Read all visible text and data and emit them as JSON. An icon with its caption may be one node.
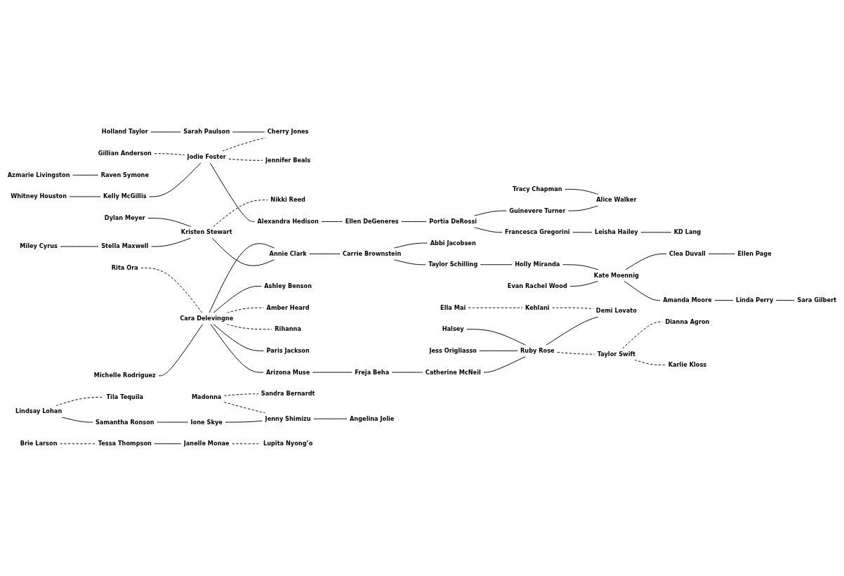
{
  "diagram": {
    "nodes": [
      {
        "text": [
          "Azmarie Livingston"
        ]
      },
      {
        "text": [
          "Whitney Houston"
        ]
      },
      {
        "text": [
          "Holland Taylor"
        ]
      },
      {
        "text": [
          "Gillian Anderson"
        ]
      },
      {
        "text": [
          "Raven Symone"
        ]
      },
      {
        "text": [
          "Sarah Paulson"
        ]
      },
      {
        "text": [
          "Kelly McGillis"
        ]
      },
      {
        "text": [
          "Jodie Foster"
        ]
      },
      {
        "text": [
          "Miley Cyrus"
        ]
      },
      {
        "text": [
          "Stella Maxwell"
        ]
      },
      {
        "text": [
          "Dylan Meyer"
        ]
      },
      {
        "text": [
          "Cherry Jones"
        ]
      },
      {
        "text": [
          "Jennifer Beals"
        ]
      },
      {
        "text": [
          "Michelle Rodriguez"
        ]
      },
      {
        "text": [
          "Kristen Stewart"
        ]
      },
      {
        "text": [
          "Rita Ora"
        ]
      },
      {
        "text": [
          "Nikki Reed"
        ]
      },
      {
        "text": [
          "Alexandra Hedison"
        ]
      },
      {
        "text": [
          "Ellen DeGeneres"
        ]
      },
      {
        "text": [
          "Cara Delevingne"
        ]
      },
      {
        "text": [
          "Annie Clark"
        ]
      },
      {
        "text": [
          "Portia DeRossi"
        ]
      },
      {
        "text": [
          "Francesca Gregorini"
        ]
      },
      {
        "text": [
          "Ashley Benson"
        ]
      },
      {
        "text": [
          "Amber Heard"
        ]
      },
      {
        "text": [
          "Guinevere Turner"
        ]
      },
      {
        "text": [
          "Abbi Jacobsen"
        ]
      },
      {
        "text": [
          "Rihanna"
        ]
      },
      {
        "text": [
          "Paris Jackson"
        ]
      },
      {
        "text": [
          "Carrie Brownstein"
        ]
      },
      {
        "text": [
          "Tracy Chapman"
        ]
      },
      {
        "text": [
          "Alice Walker"
        ]
      },
      {
        "text": [
          "Leisha Hailey"
        ]
      },
      {
        "text": [
          "Evan Rachel Wood"
        ]
      },
      {
        "text": [
          "Ella Mai"
        ]
      },
      {
        "text": [
          "Halsey"
        ]
      },
      {
        "text": [
          "Kehlani"
        ]
      },
      {
        "text": [
          "Taylor Schilling"
        ]
      },
      {
        "text": [
          "KD Lang"
        ]
      },
      {
        "text": [
          "Kate Moennig"
        ]
      },
      {
        "text": [
          "Jess Origliasso"
        ]
      },
      {
        "text": [
          "Holly Miranda"
        ]
      },
      {
        "text": [
          "Ruby Rose"
        ]
      },
      {
        "text": [
          "Demi Lovato"
        ]
      },
      {
        "text": [
          "Arizona Muse"
        ]
      },
      {
        "text": [
          "Clea Duvall"
        ]
      },
      {
        "text": [
          "Brie Larson"
        ]
      },
      {
        "text": [
          "Taylor Swift"
        ]
      },
      {
        "text": [
          "Amanda Moore"
        ]
      },
      {
        "text": [
          "Freja Beha"
        ]
      },
      {
        "text": [
          "Catherine McNeil"
        ]
      },
      {
        "text": [
          "Lindsay Lohan"
        ]
      },
      {
        "text": [
          "Tila Tequila"
        ]
      },
      {
        "text": [
          "Ellen Page"
        ]
      },
      {
        "text": [
          "Tessa Thompson"
        ]
      },
      {
        "text": [
          "Dianna Agron"
        ]
      },
      {
        "text": [
          "Linda Perry"
        ]
      },
      {
        "text": [
          "Samantha Ronson"
        ]
      },
      {
        "text": [
          "Madonna"
        ]
      },
      {
        "text": [
          "Janelle Monae"
        ]
      },
      {
        "text": [
          "Sandra Bernardt"
        ]
      },
      {
        "text": [
          "Karlie Kloss"
        ]
      },
      {
        "text": [
          "Sara Gilbert"
        ]
      },
      {
        "text": [
          "Ione Skye"
        ]
      },
      {
        "text": [
          "Jenny Shimizu"
        ]
      },
      {
        "text": [
          "Angelina Jolie"
        ]
      },
      {
        "text": [
          "Lupita Nyong’o"
        ]
      }
    ],
    "edges": [
      {
        "from": 0,
        "to": 4,
        "arrow": "none"
      },
      {
        "from": 8,
        "to": 9,
        "arrow": "none"
      },
      {
        "from": 9,
        "to": 14,
        "arrow": "none"
      },
      {
        "from": 10,
        "to": 14,
        "arrow": "none"
      },
      {
        "from": 14,
        "to": 16,
        "arrow": "none",
        "style": "dashed"
      },
      {
        "from": 14,
        "to": 20,
        "arrow": "none"
      },
      {
        "from": 13,
        "to": 19,
        "arrow": "none"
      },
      {
        "from": 15,
        "to": 19,
        "arrow": "none",
        "style": "dashed"
      },
      {
        "from": 19,
        "to": 20,
        "arrow": "none"
      },
      {
        "from": 19,
        "to": 23,
        "arrow": "none"
      },
      {
        "from": 19,
        "to": 27,
        "arrow": "none",
        "style": "dashed"
      },
      {
        "from": 19,
        "to": 28,
        "arrow": "none"
      },
      {
        "from": 19,
        "to": 24,
        "arrow": "none",
        "style": "dashed"
      },
      {
        "from": 19,
        "to": 44,
        "arrow": "none"
      },
      {
        "from": 20,
        "to": 29,
        "arrow": "none"
      },
      {
        "from": 29,
        "to": 26,
        "arrow": "none"
      },
      {
        "from": 29,
        "to": 37,
        "arrow": "none"
      },
      {
        "from": 37,
        "to": 41,
        "arrow": "none"
      },
      {
        "from": 1,
        "to": 6,
        "arrow": "none"
      },
      {
        "from": 6,
        "to": 7,
        "arrow": "none"
      },
      {
        "from": 3,
        "to": 7,
        "arrow": "none",
        "style": "dashed"
      },
      {
        "from": 7,
        "to": 12,
        "arrow": "none",
        "style": "dashed"
      },
      {
        "from": 7,
        "to": 17,
        "arrow": "none"
      },
      {
        "from": 7,
        "to": 11,
        "arrow": "none",
        "style": "dashed"
      },
      {
        "from": 2,
        "to": 5,
        "arrow": "none"
      },
      {
        "from": 5,
        "to": 11,
        "arrow": "none"
      },
      {
        "from": 17,
        "to": 18,
        "arrow": "none"
      },
      {
        "from": 18,
        "to": 21,
        "arrow": "none"
      },
      {
        "from": 21,
        "to": 22,
        "arrow": "none"
      },
      {
        "from": 21,
        "to": 25,
        "arrow": "none"
      },
      {
        "from": 25,
        "to": 31,
        "arrow": "none"
      },
      {
        "from": 30,
        "to": 31,
        "arrow": "none"
      },
      {
        "from": 22,
        "to": 32,
        "arrow": "none"
      },
      {
        "from": 32,
        "to": 38,
        "arrow": "none"
      },
      {
        "from": 33,
        "to": 39,
        "arrow": "none"
      },
      {
        "from": 41,
        "to": 39,
        "arrow": "none"
      },
      {
        "from": 39,
        "to": 45,
        "arrow": "none"
      },
      {
        "from": 39,
        "to": 48,
        "arrow": "none"
      },
      {
        "from": 48,
        "to": 56,
        "arrow": "none"
      },
      {
        "from": 56,
        "to": 62,
        "arrow": "none"
      },
      {
        "from": 45,
        "to": 53,
        "arrow": "none"
      },
      {
        "from": 51,
        "to": 52,
        "arrow": "none",
        "style": "dashed"
      },
      {
        "from": 51,
        "to": 57,
        "arrow": "none"
      },
      {
        "from": 57,
        "to": 63,
        "arrow": "none"
      },
      {
        "from": 63,
        "to": 64,
        "arrow": "none"
      },
      {
        "from": 58,
        "to": 64,
        "arrow": "none",
        "style": "dashed"
      },
      {
        "from": 58,
        "to": 60,
        "arrow": "none",
        "style": "dashed"
      },
      {
        "from": 64,
        "to": 65,
        "arrow": "none"
      },
      {
        "from": 44,
        "to": 49,
        "arrow": "none"
      },
      {
        "from": 49,
        "to": 50,
        "arrow": "none"
      },
      {
        "from": 50,
        "to": 42,
        "arrow": "none"
      },
      {
        "from": 40,
        "to": 42,
        "arrow": "none"
      },
      {
        "from": 35,
        "to": 42,
        "arrow": "none"
      },
      {
        "from": 42,
        "to": 43,
        "arrow": "none"
      },
      {
        "from": 42,
        "to": 47,
        "arrow": "none",
        "style": "dashed"
      },
      {
        "from": 47,
        "to": 55,
        "arrow": "none",
        "style": "dashed"
      },
      {
        "from": 47,
        "to": 61,
        "arrow": "none",
        "style": "dashed"
      },
      {
        "from": 34,
        "to": 36,
        "arrow": "none",
        "style": "dashed"
      },
      {
        "from": 36,
        "to": 43,
        "arrow": "none",
        "style": "dashed"
      },
      {
        "from": 46,
        "to": 54,
        "arrow": "none",
        "style": "dashed"
      },
      {
        "from": 54,
        "to": 59,
        "arrow": "none"
      },
      {
        "from": 59,
        "to": 66,
        "arrow": "none",
        "style": "dashed"
      }
    ]
  }
}
